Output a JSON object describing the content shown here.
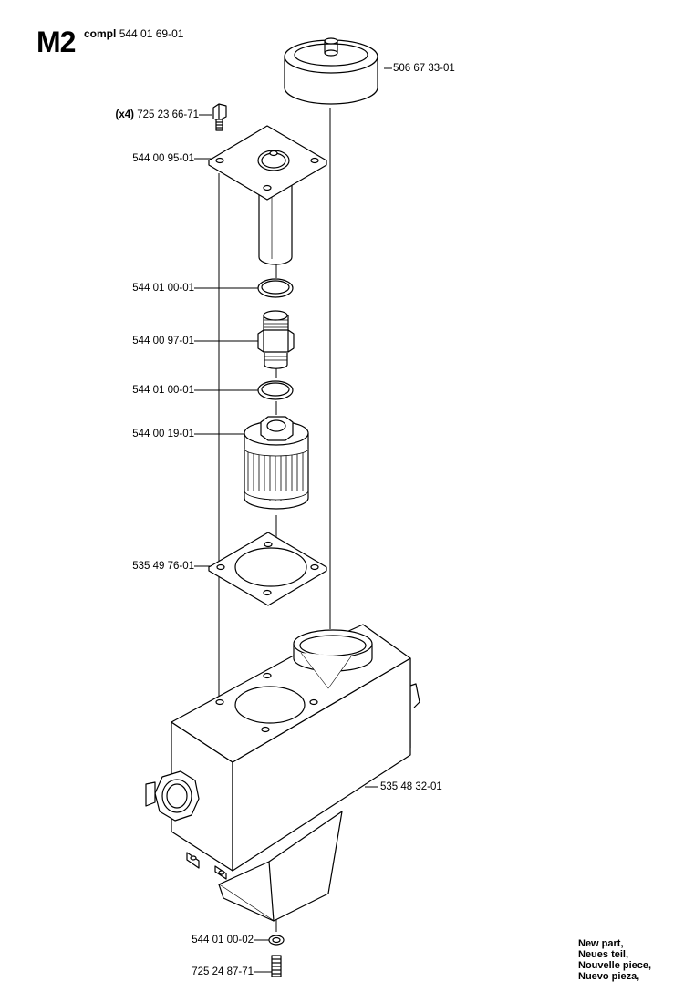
{
  "page": {
    "code": "M2",
    "compl_label": "compl",
    "compl_part": "544 01 69-01"
  },
  "parts": {
    "cap": "506 67 33-01",
    "bolt_qty": "(x4)",
    "bolt": "725 23 66-71",
    "tube_flange": "544 00 95-01",
    "oring_upper": "544 01 00-01",
    "nipple": "544 00 97-01",
    "oring_lower": "544 01 00-01",
    "filter": "544 00 19-01",
    "gasket": "535 49 76-01",
    "tank": "535 48 32-01",
    "washer": "544 01 00-02",
    "drain_screw": "725 24 87-71"
  },
  "legend": {
    "line1": "New part,",
    "line2": "Neues teil,",
    "line3": "Nouvelle piece,",
    "line4": "Nuevo pieza,"
  }
}
